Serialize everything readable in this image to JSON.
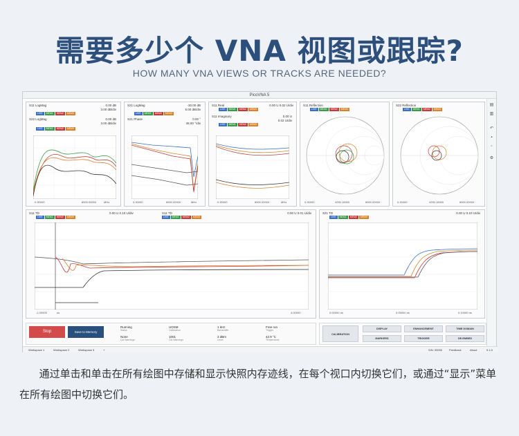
{
  "heading": {
    "title": "需要多少个 VNA 视图或跟踪?",
    "subtitle": "HOW MANY VNA VIEWS OR TRACKS ARE NEEDED?"
  },
  "window": {
    "title": "PicoVNA 5"
  },
  "chips": [
    "LIVE",
    "MEM1",
    "MEM2",
    "MEM3"
  ],
  "plots": {
    "p1": {
      "title_a": "S11 LogMag",
      "title_b": "S22 LogMag",
      "val_a": "0.00   dB",
      "val_a2": "3.00   dB/div",
      "val_b": "0.00   dB",
      "val_b2": "3.00   dB/div",
      "x_start": "0.30000",
      "x_end": "8500.00000",
      "unit": "MHz"
    },
    "p2": {
      "title_a": "S21 LogMag",
      "title_b": "S21 Phase",
      "val_a": "-30.00  dB",
      "val_a2": "5.00   dB/div",
      "val_b": "0.00   °",
      "val_b2": "45.00  °/div",
      "x_start": "0.30000",
      "x_end": "8500.00000",
      "unit": "MHz"
    },
    "p3": {
      "title_a": "S11 Real",
      "title_b": "S11 Imaginary",
      "val_a": "0.00   U  0.02  U/div",
      "val_b": "0.00   U",
      "val_b2": "0.02   U/div",
      "x_start": "0.30000",
      "x_end": "8500.00000",
      "unit": "MHz"
    },
    "p4": {
      "title_a": "S11 Reflection",
      "x_start": "0.30000",
      "x_mid": "4250.15000",
      "x_end": "8500.00000"
    },
    "p5": {
      "title_a": "S22 Reflection",
      "x_start": "0.30000",
      "x_mid": "4250.15000",
      "x_end": "8500.00000"
    },
    "p6": {
      "title_a": "S11 TD",
      "val_a": "0.00   U  0.10  U/div",
      "title_b": "S11 TD",
      "val_b": "0.00   U  0.01  U/div",
      "x_start": "-1.00000",
      "x_end": "4.00000",
      "unit": "ns"
    },
    "p7": {
      "title_a": "S21 TD",
      "val_a": "0.00   U  0.10  U/div",
      "x_start": "0.00000 ns",
      "x_mid": "0.05000 ns",
      "x_end": "0.10000 ns"
    }
  },
  "controls": {
    "stop": "Stop",
    "save": "Save to Memory",
    "status": [
      {
        "value": "Running",
        "label": "Status"
      },
      {
        "value": "UOSM",
        "label": "Calibration"
      },
      {
        "value": "1 kHz",
        "label": "Bandwidth"
      },
      {
        "value": "Free run",
        "label": "Trigger"
      },
      {
        "value": "None",
        "label": "Cal Warnings"
      },
      {
        "value": "1001",
        "label": "Cal Warnings"
      },
      {
        "value": "3 dBm",
        "label": "Level"
      },
      {
        "value": "42.9 °C",
        "label": "Temperature"
      }
    ]
  },
  "menu": {
    "calibration": "CALIBRATION",
    "display": "DISPLAY",
    "enhancement": "ENHANCEMENT",
    "time_domain": "TIME DOMAIN",
    "markers": "MARKERS",
    "trigger": "TRIGGER",
    "deembed": "DE-EMBED"
  },
  "tabs": [
    "Workspace 1",
    "Workspace 2",
    "Workspace 3",
    "+"
  ],
  "footer": {
    "serial": "S/N: 00000",
    "feedback": "Feedback",
    "about": "About",
    "version": "5.1.0"
  },
  "caption": "通过单击和单击在所有绘图中存储和显示快照内存迹线，在每个视口内切换它们，或通过“显示”菜单在所有绘图中切换它们。",
  "colors": {
    "live": "#3a6fc4",
    "mem1": "#3a9b4a",
    "mem2": "#c43a3a",
    "mem3": "#d9822b",
    "title": "#2d4f7c",
    "stop": "#d24a4a",
    "save": "#294f7d"
  }
}
